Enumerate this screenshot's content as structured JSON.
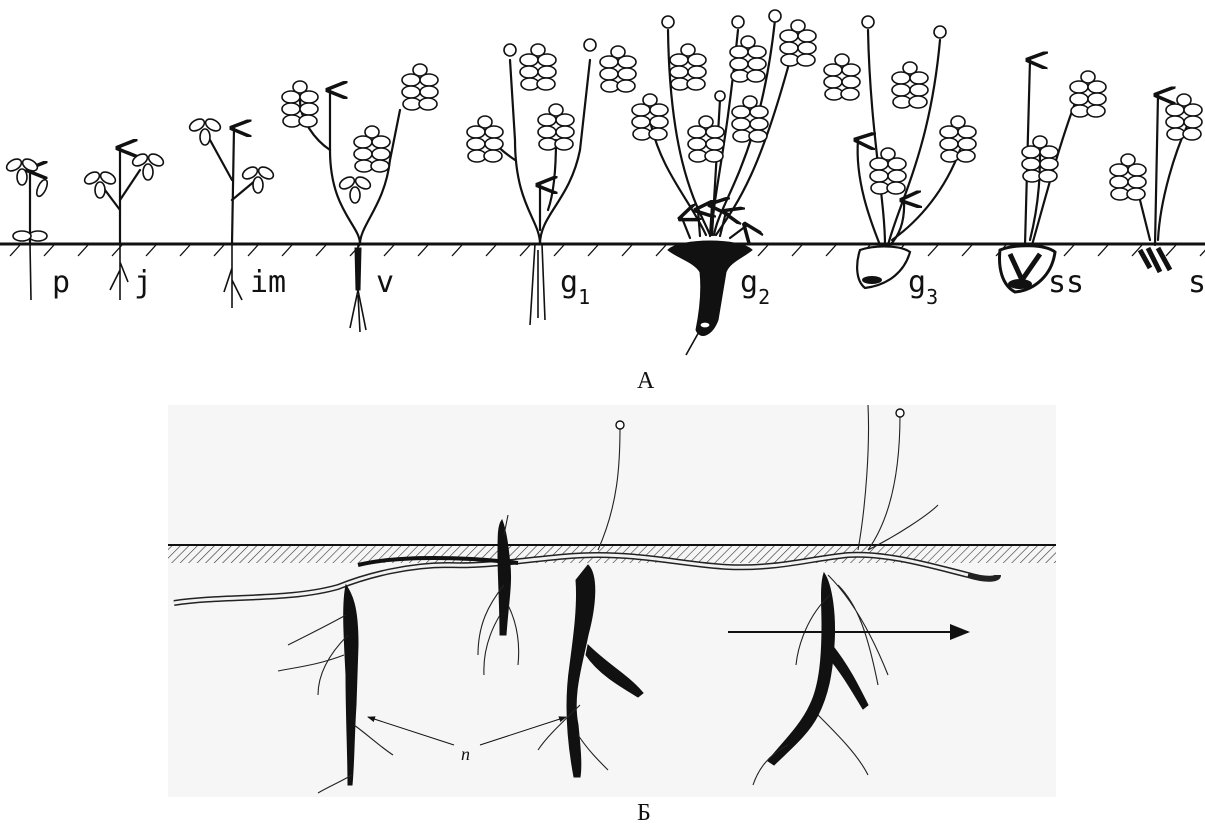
{
  "panel_a": {
    "label": "А",
    "stages": [
      {
        "id": "p",
        "main": "p",
        "sub": ""
      },
      {
        "id": "j",
        "main": "j",
        "sub": ""
      },
      {
        "id": "im",
        "main": "im",
        "sub": ""
      },
      {
        "id": "v",
        "main": "v",
        "sub": ""
      },
      {
        "id": "g1",
        "main": "g",
        "sub": "1"
      },
      {
        "id": "g2",
        "main": "g",
        "sub": "2"
      },
      {
        "id": "g3",
        "main": "g",
        "sub": "3"
      },
      {
        "id": "ss",
        "main": "ss",
        "sub": ""
      },
      {
        "id": "s",
        "main": "s",
        "sub": ""
      }
    ]
  },
  "panel_b": {
    "label": "Б",
    "annotation": "n"
  }
}
